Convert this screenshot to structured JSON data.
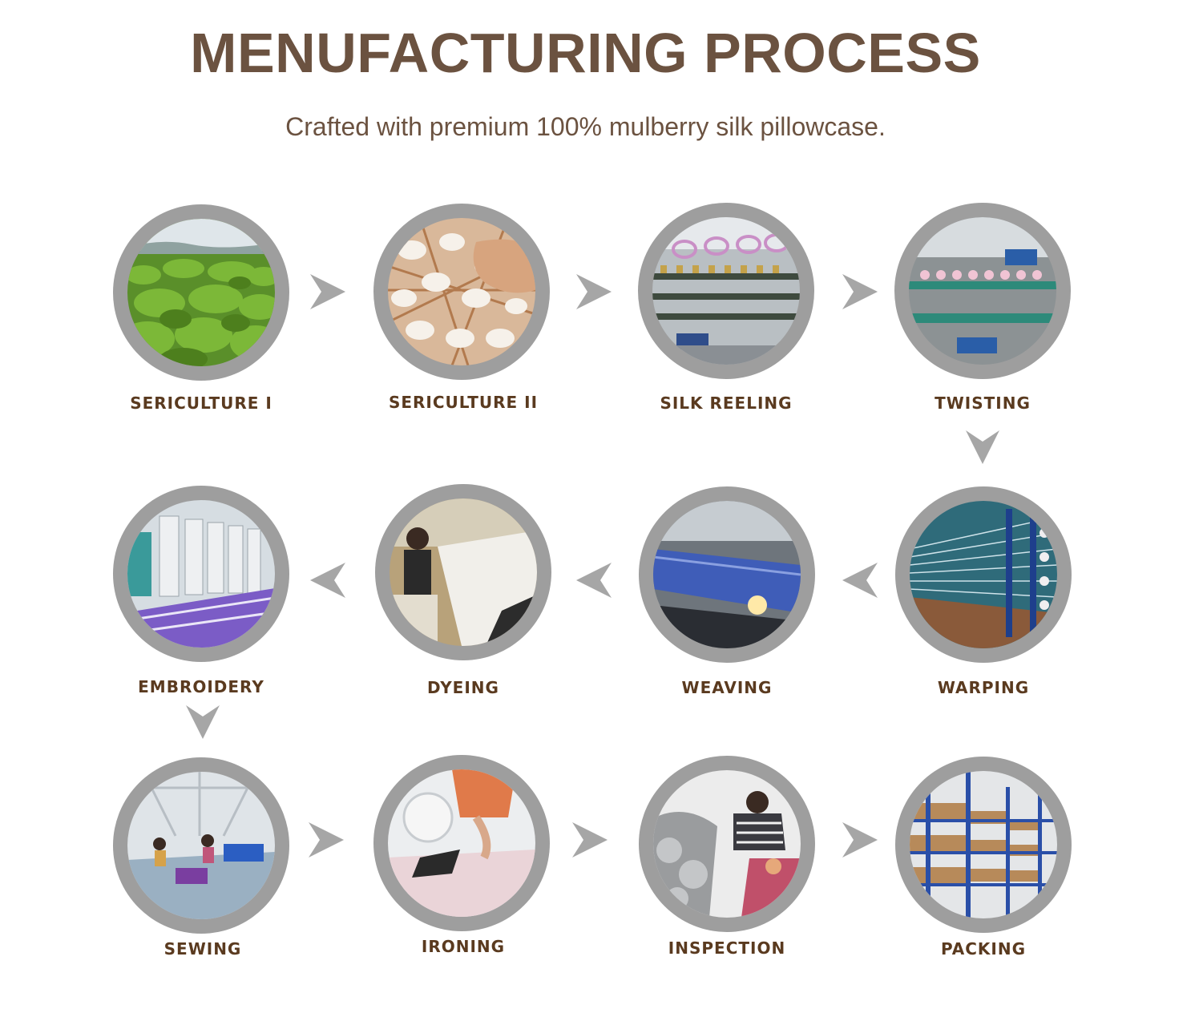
{
  "header": {
    "title": "MENUFACTURING PROCESS",
    "subtitle": "Crafted with premium 100% mulberry silk pillowcase."
  },
  "colors": {
    "heading": "#6b5240",
    "label": "#5a3a1f",
    "ring": "#9e9e9e",
    "arrow": "#a6a6a6"
  },
  "steps": [
    {
      "label": "SERICULTURE I",
      "icon": "mulberry-leaves-photo"
    },
    {
      "label": "SERICULTURE II",
      "icon": "silk-cocoons-photo"
    },
    {
      "label": "SILK REELING",
      "icon": "reeling-machine-photo"
    },
    {
      "label": "TWISTING",
      "icon": "twisting-machine-photo"
    },
    {
      "label": "EMBROIDERY",
      "icon": "embroidery-machine-photo"
    },
    {
      "label": "DYEING",
      "icon": "dyeing-photo"
    },
    {
      "label": "WEAVING",
      "icon": "weaving-loom-photo"
    },
    {
      "label": "WARPING",
      "icon": "warping-photo"
    },
    {
      "label": "SEWING",
      "icon": "sewing-workshop-photo"
    },
    {
      "label": "IRONING",
      "icon": "ironing-photo"
    },
    {
      "label": "INSPECTION",
      "icon": "inspection-photo"
    },
    {
      "label": "PACKING",
      "icon": "packing-shelves-photo"
    }
  ]
}
